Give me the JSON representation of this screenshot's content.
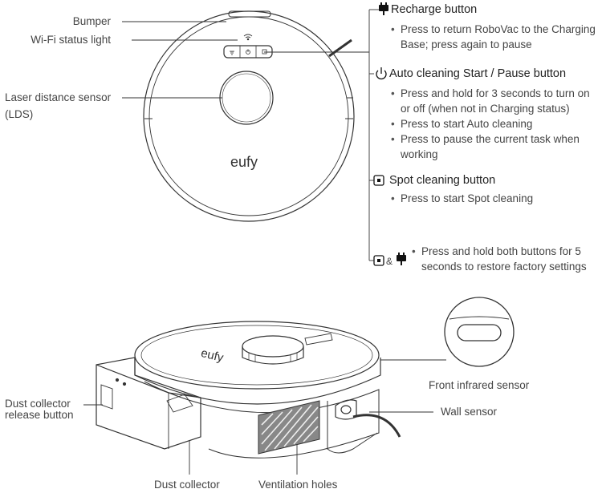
{
  "top_view_labels": {
    "bumper": "Bumper",
    "wifi_light": "Wi-Fi status light",
    "lds_line1": "Laser distance sensor",
    "lds_line2": "(LDS)",
    "logo": "eufy"
  },
  "buttons": {
    "recharge": {
      "title": "Recharge button",
      "items": [
        "Press to return RoboVac to the Charging Base; press again to pause"
      ]
    },
    "auto": {
      "title": "Auto cleaning Start / Pause button",
      "items": [
        "Press and hold for 3 seconds to turn on or off (when not in Charging status)",
        "Press to start Auto cleaning",
        "Press to pause the current task when working"
      ]
    },
    "spot": {
      "title": "Spot cleaning button",
      "items": [
        "Press to start Spot cleaning"
      ]
    },
    "combo": {
      "amp": "&",
      "items": [
        "Press and hold both buttons for 5 seconds to restore factory settings"
      ]
    }
  },
  "side_view_labels": {
    "front_ir": "Front infrared sensor",
    "wall_sensor": "Wall sensor",
    "dust_release_line1": "Dust collector",
    "dust_release_line2": "release button",
    "dust_collector": "Dust collector",
    "ventilation": "Ventilation holes",
    "logo": "eufy"
  },
  "colors": {
    "line": "#333333",
    "text": "#444444"
  }
}
